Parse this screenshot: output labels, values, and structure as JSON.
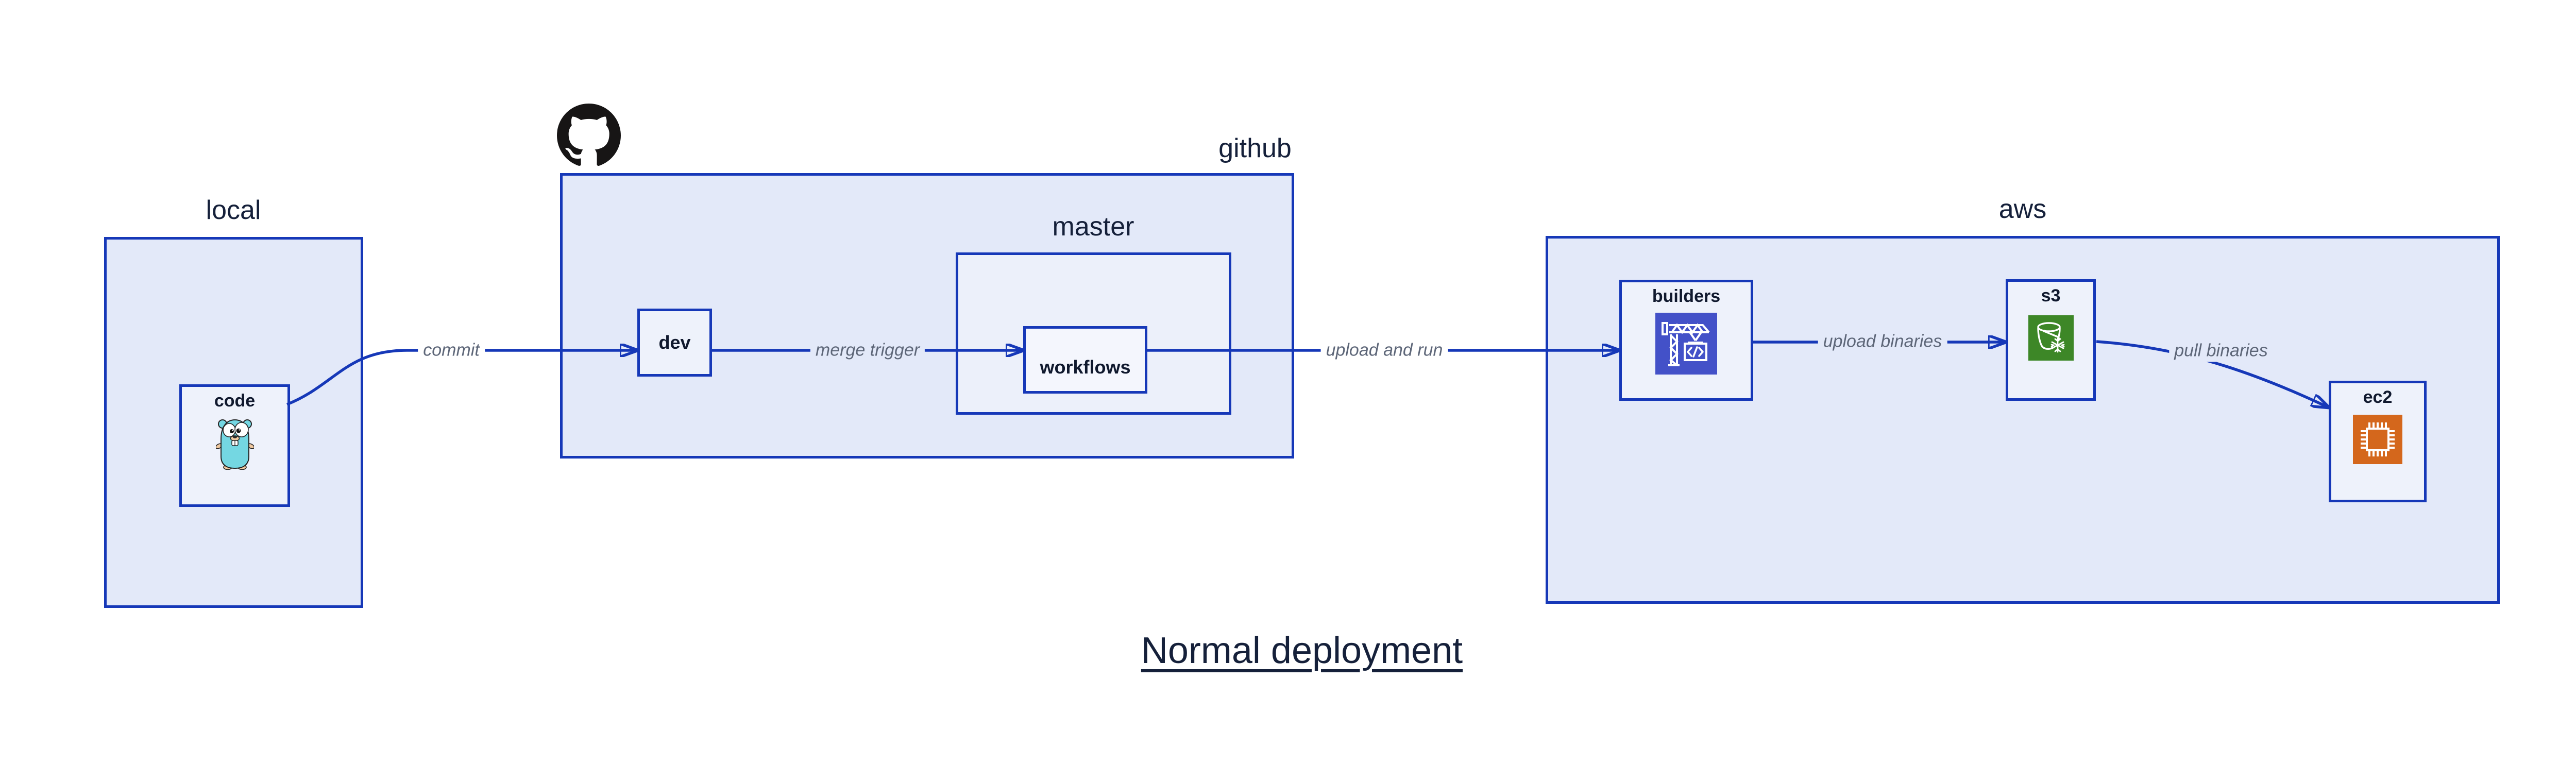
{
  "title": "Normal deployment",
  "groups": {
    "local": {
      "label": "local"
    },
    "github": {
      "label": "github"
    },
    "master": {
      "label": "master"
    },
    "aws": {
      "label": "aws"
    }
  },
  "nodes": {
    "code": {
      "label": "code",
      "icon": "go-gopher-icon"
    },
    "dev": {
      "label": "dev"
    },
    "workflows": {
      "label": "workflows"
    },
    "builders": {
      "label": "builders",
      "icon": "codebuild-crane-icon"
    },
    "s3": {
      "label": "s3",
      "icon": "s3-bucket-snowflake-icon"
    },
    "ec2": {
      "label": "ec2",
      "icon": "ec2-chip-icon"
    }
  },
  "edges": {
    "commit": {
      "label": "commit"
    },
    "merge_trigger": {
      "label": "merge trigger"
    },
    "upload_and_run": {
      "label": "upload and run"
    },
    "upload_binaries": {
      "label": "upload binaries"
    },
    "pull_binaries": {
      "label": "pull binaries"
    }
  },
  "logos": {
    "github": "github-octocat-logo"
  },
  "colors": {
    "border_and_arrow": "#1638b8",
    "group_fill": "#e3e9f9",
    "master_fill": "#ecf0fa",
    "node_fill": "#eef2fb",
    "workflows_fill": "#f4f6fd",
    "label_text": "#15203a",
    "node_label_text": "#10192e",
    "edge_label_text": "#5d6678",
    "builders_icon_bg": "#4351c8",
    "s3_icon_bg": "#3d8727",
    "ec2_icon_bg": "#d4671c",
    "gopher_body": "#74d7e2",
    "octocat_fill": "#171515"
  }
}
